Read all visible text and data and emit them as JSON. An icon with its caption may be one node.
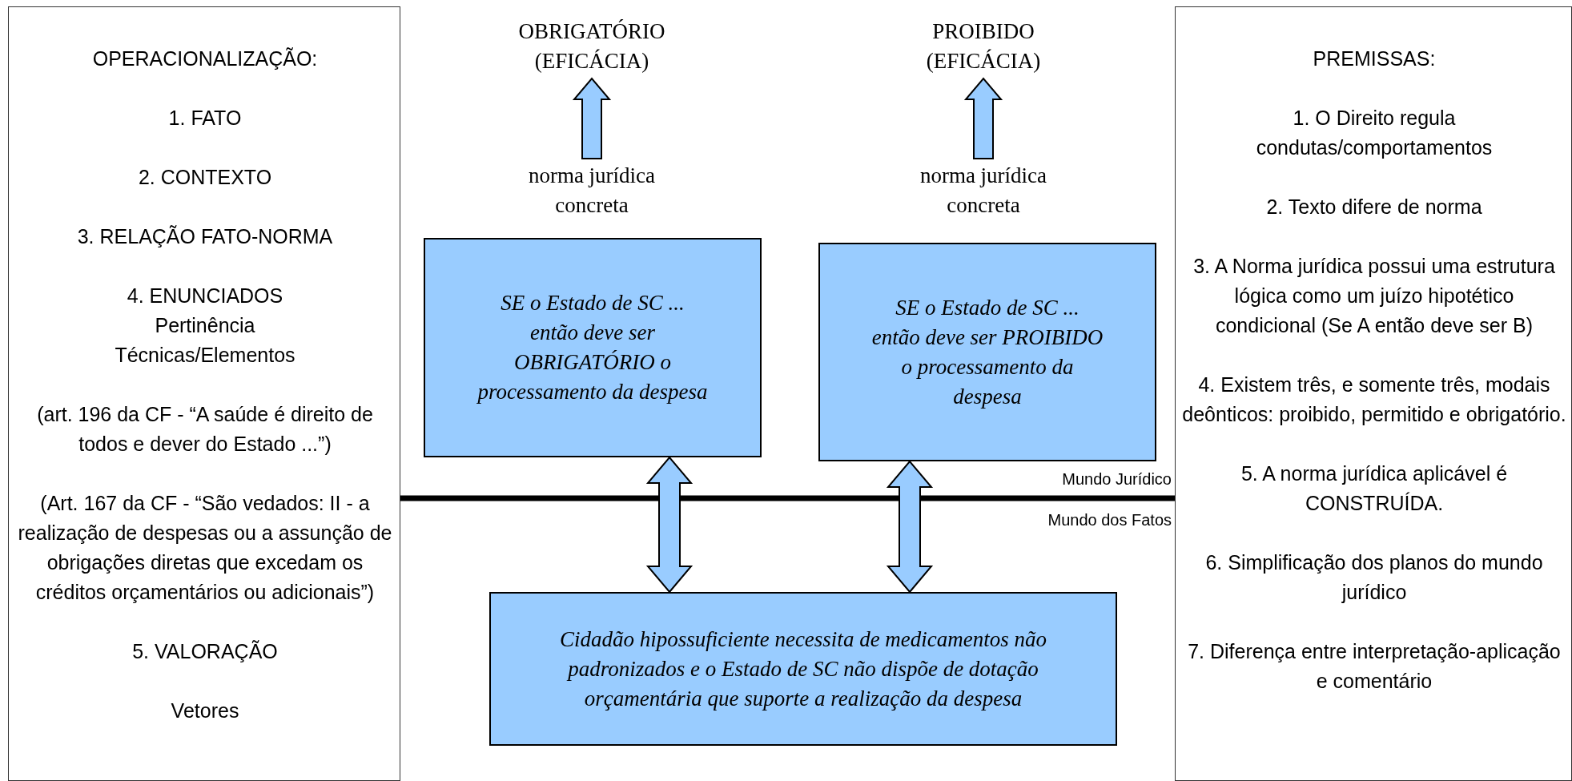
{
  "diagram": {
    "nodes": [
      {
        "text": [
          "OPERACIONALIZAÇÃO:",
          "1. FATO",
          "2. CONTEXTO",
          "3. RELAÇÃO FATO-NORMA",
          "4. ENUNCIADOS",
          "Pertinência",
          "Técnicas/Elementos",
          "(art. 196 da CF - “A saúde é direito de todos e dever do Estado ...”)",
          "(Art. 167 da CF - “São vedados: II - a realização de despesas ou a assunção de obrigações diretas que excedam os créditos orçamentários ou adicionais”)",
          "5. VALORAÇÃO",
          "Vetores"
        ]
      },
      {
        "text": [
          "OBRIGATÓRIO (EFICÁCIA)"
        ]
      },
      {
        "text": [
          "norma jurídica concreta"
        ]
      },
      {
        "text": [
          "SE o Estado de SC ... então deve ser OBRIGATÓRIO o processamento da despesa"
        ]
      },
      {
        "text": [
          "PROIBIDO (EFICÁCIA)"
        ]
      },
      {
        "text": [
          "norma jurídica concreta"
        ]
      },
      {
        "text": [
          "SE o Estado de SC ... então deve ser PROIBIDO o processamento da despesa"
        ]
      },
      {
        "text": [
          "Cidadão hipossuficiente necessita de medicamentos não padronizados e o Estado de SC não dispõe de dotação orçamentária que suporte a realização da despesa"
        ]
      },
      {
        "text": [
          "PREMISSAS:",
          "1. O Direito regula condutas/comportamentos",
          "2. Texto difere de norma",
          "3. A Norma jurídica possui uma estrutura lógica como um juízo hipotético condicional (Se A então deve ser B)",
          "4. Existem três, e somente três, modais deônticos: proibido, permitido e obrigatório.",
          "5. A norma jurídica aplicável é CONSTRUÍDA.",
          "6. Simplificação dos planos do mundo jurídico",
          "7. Diferença entre interpretação-aplicação e comentário"
        ]
      }
    ],
    "edges": [
      {
        "from": 2,
        "to": 1,
        "arrow": "to"
      },
      {
        "from": 5,
        "to": 4,
        "arrow": "to"
      },
      {
        "from": 7,
        "to": 3,
        "arrow": "both"
      },
      {
        "from": 7,
        "to": 6,
        "arrow": "both"
      }
    ],
    "labels": [
      "Mundo Jurídico",
      "Mundo dos Fatos"
    ]
  }
}
